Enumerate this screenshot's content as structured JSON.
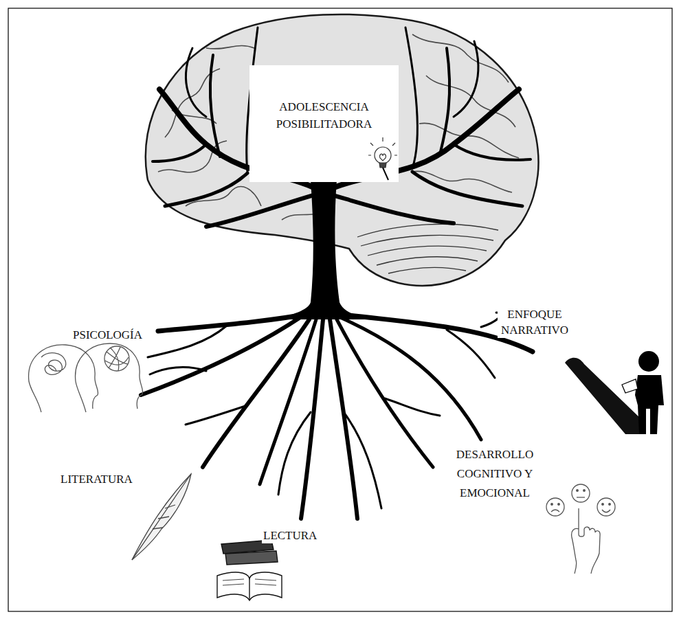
{
  "diagram": {
    "nodes": [
      {
        "text": [
          "ADOLESCENCIA POSIBILITADORA"
        ]
      }
    ],
    "labels": [
      "PSICOLOGÍA",
      "ENFOQUE NARRATIVO",
      "DESARROLLO COGNITIVO Y EMOCIONAL",
      "LITERATURA",
      "LECTURA"
    ]
  }
}
